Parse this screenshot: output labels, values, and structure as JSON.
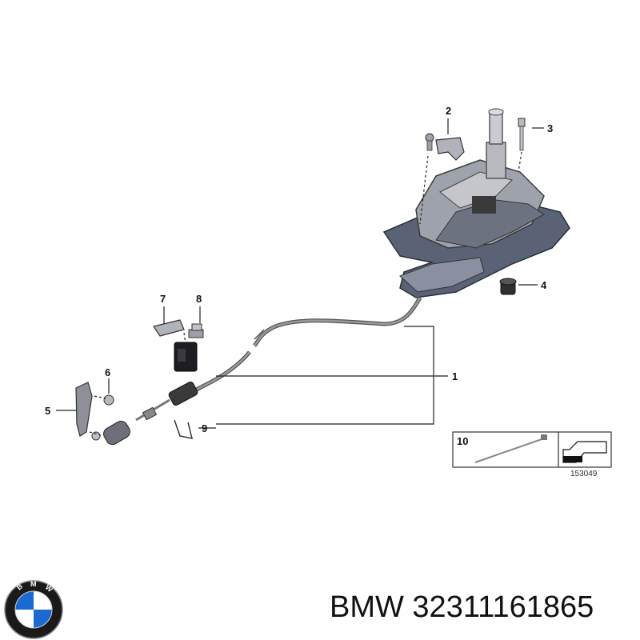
{
  "diagram": {
    "callouts": [
      {
        "id": "c1",
        "label": "1"
      },
      {
        "id": "c2",
        "label": "2"
      },
      {
        "id": "c3",
        "label": "3"
      },
      {
        "id": "c4",
        "label": "4"
      },
      {
        "id": "c5",
        "label": "5"
      },
      {
        "id": "c6",
        "label": "6"
      },
      {
        "id": "c7",
        "label": "7"
      },
      {
        "id": "c8",
        "label": "8"
      },
      {
        "id": "c9",
        "label": "9"
      },
      {
        "id": "c10",
        "label": "10"
      }
    ],
    "catalog_number": "153049"
  },
  "footer": {
    "brand": "BMW",
    "part_number": "32311161865",
    "caption": "BMW 32311161865"
  },
  "logo": {
    "lettering": "BMW",
    "colors": {
      "blue": "#1c69d4",
      "ring": "#1a1a1a",
      "white": "#ffffff"
    }
  }
}
